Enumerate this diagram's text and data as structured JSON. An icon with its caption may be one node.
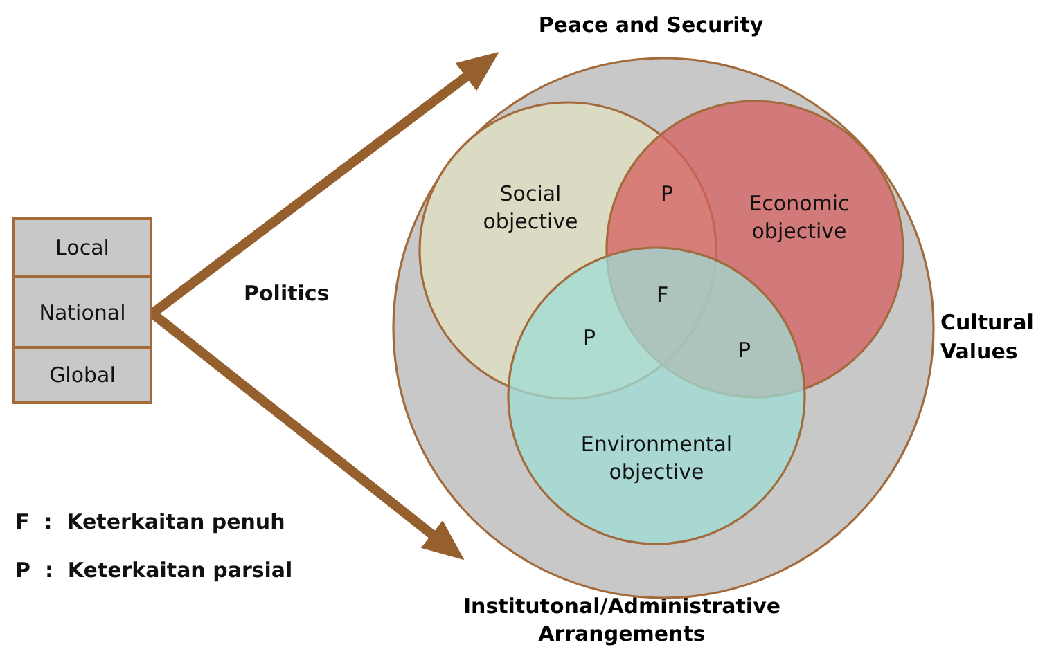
{
  "diagram": {
    "nodes": [
      {
        "text": [
          "Local"
        ]
      },
      {
        "text": [
          "National"
        ]
      },
      {
        "text": [
          "Global"
        ]
      },
      {
        "text": [
          "Peace and Security"
        ]
      },
      {
        "text": [
          "Institutonal/Administrative Arrangements"
        ]
      },
      {
        "text": [],
        "shape": "circle",
        "beside": [
          "Cultural Values"
        ]
      },
      {
        "text": [
          "Social objective"
        ],
        "in": 5
      },
      {
        "text": [
          "Economic objective"
        ],
        "in": 5
      },
      {
        "text": [
          "Environmental objective"
        ],
        "in": 5
      }
    ],
    "edges": [
      {
        "from": 1,
        "to": 3,
        "arrow": "to"
      },
      {
        "from": 1,
        "to": 4,
        "arrow": "to"
      }
    ],
    "labels": [
      "Politics",
      "P",
      "F",
      "P",
      "P",
      "F  :  Keterkaitan penuh",
      "P  :  Keterkaitan parsial"
    ]
  }
}
